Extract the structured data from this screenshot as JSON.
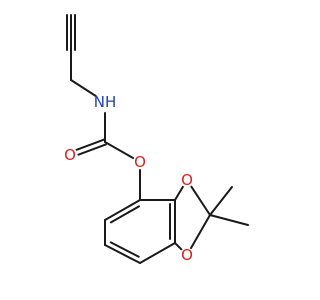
{
  "molecule": {
    "atoms": [
      {
        "id": "c1",
        "el": "C"
      },
      {
        "id": "c2",
        "el": "C"
      },
      {
        "id": "c3",
        "el": "C"
      },
      {
        "id": "n",
        "el": "N",
        "label": "NH"
      },
      {
        "id": "c4",
        "el": "C"
      },
      {
        "id": "o1",
        "el": "O",
        "label": "O"
      },
      {
        "id": "o2",
        "el": "O",
        "label": "O"
      },
      {
        "id": "a1",
        "el": "C"
      },
      {
        "id": "a2",
        "el": "C"
      },
      {
        "id": "a3",
        "el": "C"
      },
      {
        "id": "a4",
        "el": "C"
      },
      {
        "id": "a5",
        "el": "C"
      },
      {
        "id": "a6",
        "el": "C"
      },
      {
        "id": "o3",
        "el": "O",
        "label": "O"
      },
      {
        "id": "o4",
        "el": "O",
        "label": "O"
      },
      {
        "id": "cq",
        "el": "C"
      },
      {
        "id": "me1",
        "el": "C"
      },
      {
        "id": "me2",
        "el": "C"
      }
    ],
    "bonds": [
      {
        "a": "c1",
        "b": "c2",
        "order": 3
      },
      {
        "a": "c2",
        "b": "c3",
        "order": 1
      },
      {
        "a": "c3",
        "b": "n",
        "order": 1
      },
      {
        "a": "n",
        "b": "c4",
        "order": 1
      },
      {
        "a": "c4",
        "b": "o1",
        "order": 2
      },
      {
        "a": "c4",
        "b": "o2",
        "order": 1
      },
      {
        "a": "o2",
        "b": "a1",
        "order": 1
      },
      {
        "a": "a1",
        "b": "a2",
        "order": 2
      },
      {
        "a": "a2",
        "b": "a3",
        "order": 1
      },
      {
        "a": "a3",
        "b": "a4",
        "order": 2
      },
      {
        "a": "a4",
        "b": "a5",
        "order": 1
      },
      {
        "a": "a5",
        "b": "a6",
        "order": 2
      },
      {
        "a": "a6",
        "b": "a1",
        "order": 1
      },
      {
        "a": "a6",
        "b": "o3",
        "order": 1
      },
      {
        "a": "a5",
        "b": "o4",
        "order": 1
      },
      {
        "a": "o3",
        "b": "cq",
        "order": 1
      },
      {
        "a": "o4",
        "b": "cq",
        "order": 1
      },
      {
        "a": "cq",
        "b": "me1",
        "order": 1
      },
      {
        "a": "cq",
        "b": "me2",
        "order": 1
      }
    ],
    "colors": {
      "bond": "#1a1a1a",
      "carbon": "#1a1a1a",
      "nitrogen": "#1f3fbf",
      "oxygen": "#e0201b"
    }
  }
}
